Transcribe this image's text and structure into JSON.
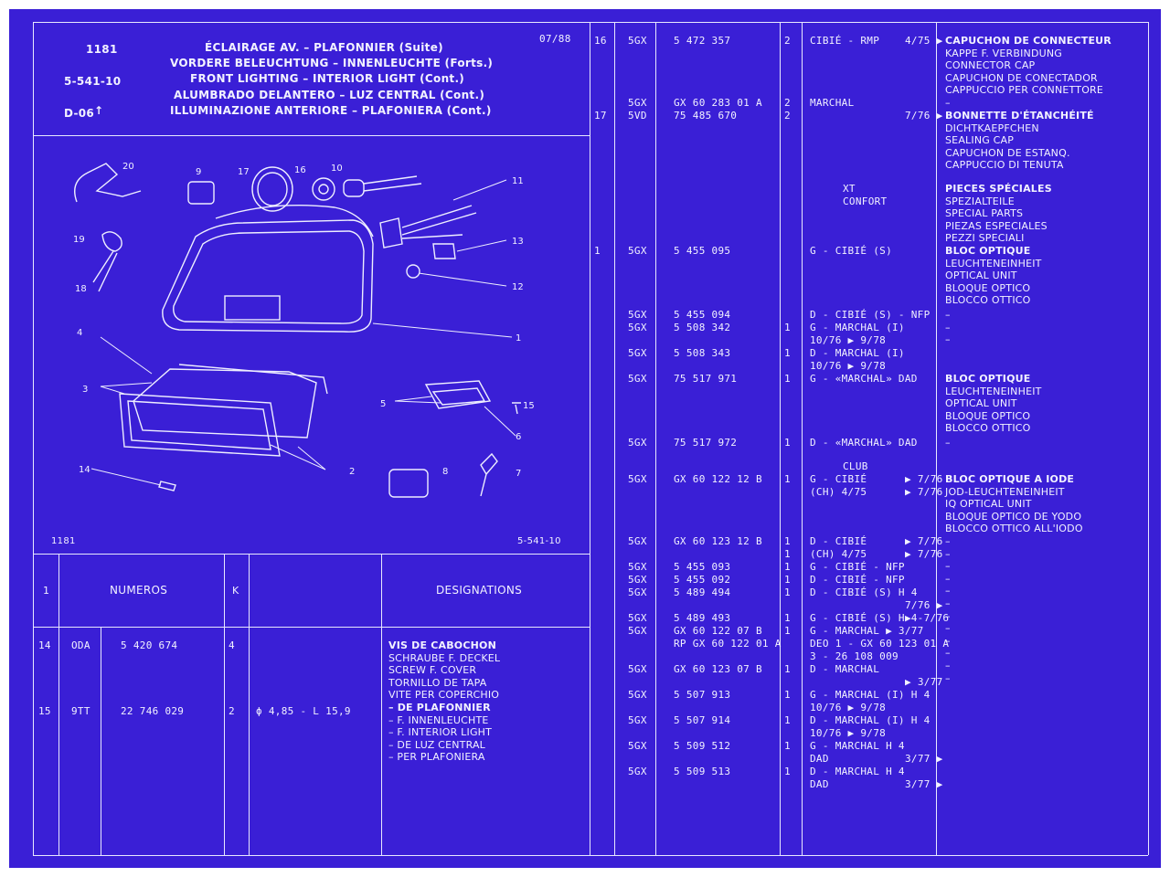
{
  "header": {
    "ref": "1181",
    "group": "5-541-10",
    "section": "D-06",
    "date": "07/88",
    "titles": [
      "ÉCLAIRAGE AV. – PLAFONNIER (Suite)",
      "VORDERE BELEUCHTUNG – INNENLEUCHTE (Forts.)",
      "FRONT LIGHTING – INTERIOR LIGHT (Cont.)",
      "ALUMBRADO DELANTERO – LUZ CENTRAL (Cont.)",
      "ILLUMINAZIONE ANTERIORE – PLAFONIERA (Cont.)"
    ]
  },
  "diagram": {
    "footer_left": "1181",
    "footer_right": "5-541-10",
    "callouts": [
      "20",
      "9",
      "17",
      "16",
      "10",
      "11",
      "13",
      "19",
      "18",
      "12",
      "4",
      "1",
      "3",
      "5",
      "15",
      "6",
      "2",
      "14",
      "8",
      "7"
    ]
  },
  "table_left": {
    "headers": [
      "1",
      "NUMEROS",
      "K",
      "DESIGNATIONS"
    ],
    "rows": [
      {
        "item": "14",
        "code": "ODA",
        "number": "5 420 674",
        "k": "4",
        "spec": "",
        "desig": [
          "VIS DE CABOCHON",
          "SCHRAUBE F. DECKEL",
          "SCREW F. COVER",
          "TORNILLO DE TAPA",
          "VITE PER COPERCHIO",
          "– DE PLAFONNIER",
          "– F. INNENLEUCHTE",
          "– F. INTERIOR LIGHT",
          "– DE LUZ CENTRAL",
          "– PER PLAFONIERA"
        ]
      },
      {
        "item": "15",
        "code": "9TT",
        "number": "22 746 029",
        "k": "2",
        "spec": "ϕ 4,85 - L 15,9",
        "desig": []
      }
    ]
  },
  "table_right": {
    "rows": [
      {
        "item": "16",
        "code": "5GX",
        "number": "5 472 357",
        "k": "2",
        "supplier": "CIBIÉ - RMP",
        "date": "4/75 ▶"
      },
      {
        "item": "",
        "code": "5GX",
        "number": "GX 60 283 01 A",
        "k": "2",
        "supplier": "MARCHAL",
        "date": ""
      },
      {
        "item": "17",
        "code": "5VD",
        "number": "75 485 670",
        "k": "2",
        "supplier": "",
        "date": "7/76 ▶"
      },
      {
        "item": "",
        "code": "",
        "number": "",
        "k": "",
        "supplier": "XT",
        "date": ""
      },
      {
        "item": "",
        "code": "",
        "number": "",
        "k": "",
        "supplier": "CONFORT",
        "date": ""
      },
      {
        "item": "1",
        "code": "5GX",
        "number": "5 455 095",
        "k": "",
        "supplier": "G - CIBIÉ (S)",
        "date": ""
      },
      {
        "item": "",
        "code": "5GX",
        "number": "5 455 094",
        "k": "",
        "supplier": "D - CIBIÉ (S) - NFP",
        "date": ""
      },
      {
        "item": "",
        "code": "5GX",
        "number": "5 508 342",
        "k": "1",
        "supplier": "G - MARCHAL (I)",
        "date": ""
      },
      {
        "item": "",
        "code": "",
        "number": "",
        "k": "",
        "supplier": "10/76   ▶ 9/78",
        "date": ""
      },
      {
        "item": "",
        "code": "5GX",
        "number": "5 508 343",
        "k": "1",
        "supplier": "D - MARCHAL (I)",
        "date": ""
      },
      {
        "item": "",
        "code": "",
        "number": "",
        "k": "",
        "supplier": "10/76   ▶ 9/78",
        "date": ""
      },
      {
        "item": "",
        "code": "5GX",
        "number": "75 517 971",
        "k": "1",
        "supplier": "G - «MARCHAL» DAD",
        "date": ""
      },
      {
        "item": "",
        "code": "5GX",
        "number": "75 517 972",
        "k": "1",
        "supplier": "D - «MARCHAL» DAD",
        "date": ""
      },
      {
        "item": "",
        "code": "",
        "number": "",
        "k": "",
        "supplier": "CLUB",
        "date": ""
      },
      {
        "item": "",
        "code": "5GX",
        "number": "GX 60 122 12 B",
        "k": "1",
        "supplier": "G - CIBIÉ",
        "date": "▶ 7/76"
      },
      {
        "item": "",
        "code": "",
        "number": "",
        "k": "",
        "supplier": "(CH)      4/75",
        "date": "▶ 7/76"
      },
      {
        "item": "",
        "code": "5GX",
        "number": "GX 60 123 12 B",
        "k": "1",
        "supplier": "D - CIBIÉ",
        "date": "▶ 7/76"
      },
      {
        "item": "",
        "code": "",
        "number": "",
        "k": "1",
        "supplier": "(CH)      4/75",
        "date": "▶ 7/76"
      },
      {
        "item": "",
        "code": "5GX",
        "number": "5 455 093",
        "k": "1",
        "supplier": "G - CIBIÉ - NFP",
        "date": ""
      },
      {
        "item": "",
        "code": "5GX",
        "number": "5 455 092",
        "k": "1",
        "supplier": "D - CIBIÉ - NFP",
        "date": ""
      },
      {
        "item": "",
        "code": "5GX",
        "number": "5 489 494",
        "k": "1",
        "supplier": "D - CIBIÉ (S) H 4",
        "date": ""
      },
      {
        "item": "",
        "code": "",
        "number": "",
        "k": "",
        "supplier": "",
        "date": "7/76 ▶"
      },
      {
        "item": "",
        "code": "5GX",
        "number": "5 489 493",
        "k": "1",
        "supplier": "G - CIBIÉ (S) H 4-7/76",
        "date": "▶"
      },
      {
        "item": "",
        "code": "5GX",
        "number": "GX 60 122 07 B",
        "k": "1",
        "supplier": "G - MARCHAL ▶ 3/77",
        "date": ""
      },
      {
        "item": "",
        "code": "",
        "number": "RP GX 60 122 01 A",
        "k": "",
        "supplier": "DEO 1 - GX 60 123 01 A",
        "date": ""
      },
      {
        "item": "",
        "code": "",
        "number": "",
        "k": "",
        "supplier": "3 - 26 108 009",
        "date": ""
      },
      {
        "item": "",
        "code": "5GX",
        "number": "GX 60 123 07 B",
        "k": "1",
        "supplier": "D - MARCHAL",
        "date": ""
      },
      {
        "item": "",
        "code": "",
        "number": "",
        "k": "",
        "supplier": "",
        "date": "▶ 3/77"
      },
      {
        "item": "",
        "code": "5GX",
        "number": "5 507 913",
        "k": "1",
        "supplier": "G - MARCHAL (I) H 4",
        "date": ""
      },
      {
        "item": "",
        "code": "",
        "number": "",
        "k": "",
        "supplier": "10/76   ▶ 9/78",
        "date": ""
      },
      {
        "item": "",
        "code": "5GX",
        "number": "5 507 914",
        "k": "1",
        "supplier": "D - MARCHAL (I) H 4",
        "date": ""
      },
      {
        "item": "",
        "code": "",
        "number": "",
        "k": "",
        "supplier": "10/76   ▶ 9/78",
        "date": ""
      },
      {
        "item": "",
        "code": "5GX",
        "number": "5 509 512",
        "k": "1",
        "supplier": "G - MARCHAL H 4",
        "date": ""
      },
      {
        "item": "",
        "code": "",
        "number": "",
        "k": "",
        "supplier": "DAD",
        "date": "3/77 ▶"
      },
      {
        "item": "",
        "code": "5GX",
        "number": "5 509 513",
        "k": "1",
        "supplier": "D - MARCHAL H 4",
        "date": ""
      },
      {
        "item": "",
        "code": "",
        "number": "",
        "k": "",
        "supplier": "DAD",
        "date": "3/77 ▶"
      }
    ],
    "designation_blocks": [
      {
        "lines": [
          "CAPUCHON DE CONNECTEUR",
          "KAPPE F. VERBINDUNG",
          "CONNECTOR CAP",
          "CAPUCHON DE CONECTADOR",
          "CAPPUCCIO PER CONNETTORE",
          "–"
        ]
      },
      {
        "lines": [
          "BONNETTE D'ÉTANCHÉITÉ",
          "DICHTKAEPFCHEN",
          "SEALING CAP",
          "CAPUCHON DE ESTANQ.",
          "CAPPUCCIO DI TENUTA"
        ]
      },
      {
        "lines": [
          "PIECES SPÉCIALES",
          "SPEZIALTEILE",
          "SPECIAL PARTS",
          "PIEZAS ESPECIALES",
          "PEZZI SPECIALI"
        ]
      },
      {
        "lines": [
          "BLOC OPTIQUE",
          "LEUCHTENEINHEIT",
          "OPTICAL UNIT",
          "BLOQUE OPTICO",
          "BLOCCO OTTICO"
        ]
      },
      {
        "lines": [
          "–",
          "–",
          "–"
        ]
      },
      {
        "lines": [
          "BLOC OPTIQUE",
          "LEUCHTENEINHEIT",
          "OPTICAL UNIT",
          "BLOQUE OPTICO",
          "BLOCCO OTTICO"
        ]
      },
      {
        "lines": [
          "–"
        ]
      },
      {
        "lines": [
          "BLOC OPTIQUE A IODE",
          "JOD-LEUCHTENEINHEIT",
          "IQ OPTICAL UNIT",
          "BLOQUE OPTICO DE YODO",
          "BLOCCO OTTICO ALL'IODO"
        ]
      },
      {
        "lines": [
          "–",
          "–",
          "–",
          "–",
          "–",
          "–",
          "–",
          "–",
          "–",
          "–",
          "–",
          "–"
        ]
      }
    ]
  },
  "colors": {
    "background": "#3a1fd6",
    "ink": "#f2f2ff"
  }
}
